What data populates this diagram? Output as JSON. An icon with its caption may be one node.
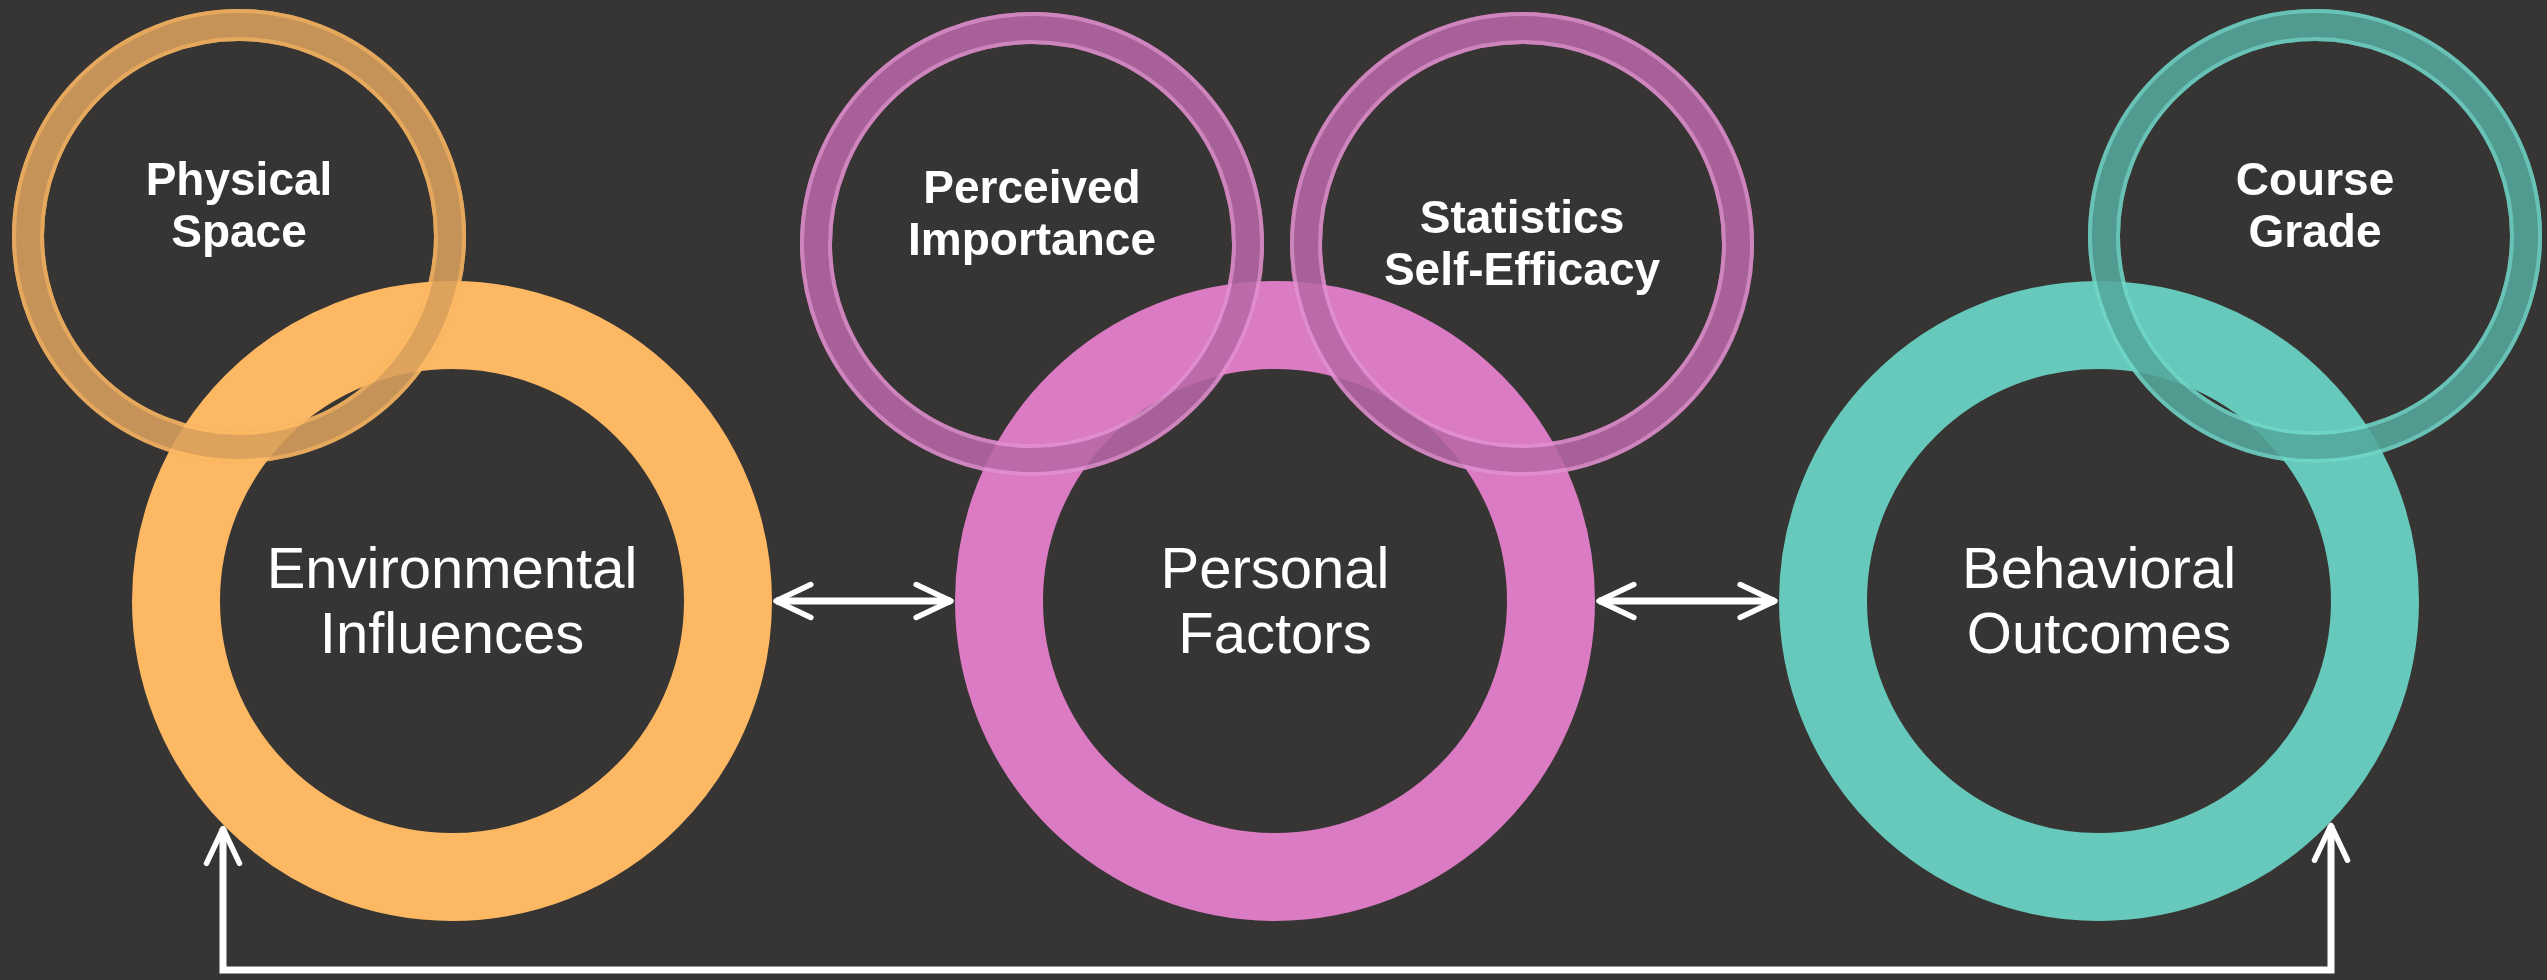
{
  "diagram": {
    "nodes": [
      {
        "text": [
          "Physical Space"
        ]
      },
      {
        "text": [
          "Environmental Influences"
        ]
      },
      {
        "text": [
          "Perceived Importance"
        ]
      },
      {
        "text": [
          "Statistics Self-Efficacy"
        ]
      },
      {
        "text": [
          "Personal Factors"
        ]
      },
      {
        "text": [
          "Course Grade"
        ]
      },
      {
        "text": [
          "Behavioral Outcomes"
        ]
      }
    ],
    "edges": [
      {
        "from": 1,
        "to": 4,
        "arrow": "both"
      },
      {
        "from": 4,
        "to": 6,
        "arrow": "both"
      },
      {
        "from": 1,
        "to": 6,
        "arrow": "both"
      }
    ]
  }
}
